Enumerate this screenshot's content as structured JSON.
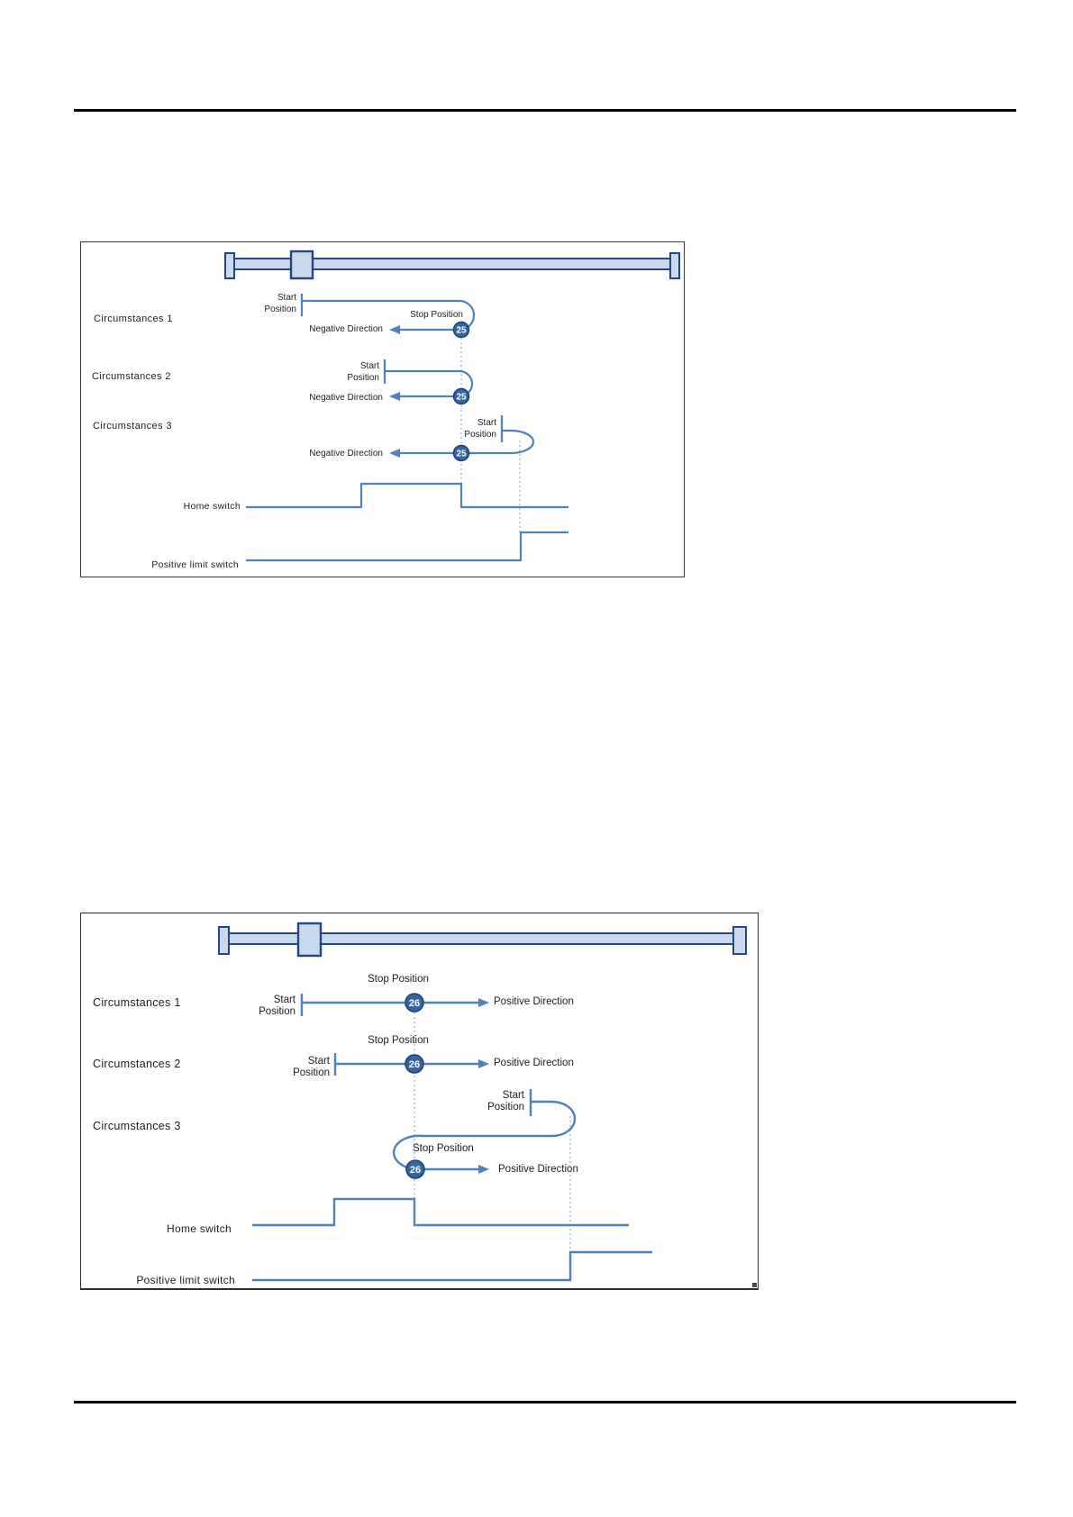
{
  "colors": {
    "line_blue": "#4f81bd",
    "dotted_blue": "#8db3dd",
    "circle_fill": "#3366a3",
    "circle_border": "#1c3f77",
    "rail_fill": "#c9daf0",
    "rail_border": "#24477f",
    "text": "#1c1c1c",
    "rule_black": "#000000",
    "page_background": "#ffffff"
  },
  "diagram1": {
    "rows": [
      {
        "label": "Circumstances 1",
        "start_line1": "Start",
        "start_line2": "Position",
        "stop_label": "Stop Position",
        "direction_label": "Negative Direction",
        "marker": "25"
      },
      {
        "label": "Circumstances 2",
        "start_line1": "Start",
        "start_line2": "Position",
        "direction_label": "Negative Direction",
        "marker": "25"
      },
      {
        "label": "Circumstances 3",
        "start_line1": "Start",
        "start_line2": "Position",
        "direction_label": "Negative Direction",
        "marker": "25"
      }
    ],
    "signals": [
      {
        "label": "Home switch"
      },
      {
        "label": "Positive limit switch"
      }
    ]
  },
  "diagram2": {
    "rows": [
      {
        "label": "Circumstances 1",
        "start_line1": "Start",
        "start_line2": "Position",
        "stop_label": "Stop Position",
        "direction_label": "Positive Direction",
        "marker": "26"
      },
      {
        "label": "Circumstances 2",
        "start_line1": "Start",
        "start_line2": "Position",
        "stop_label": "Stop Position",
        "direction_label": "Positive Direction",
        "marker": "26"
      },
      {
        "label": "Circumstances 3",
        "start_line1": "Start",
        "start_line2": "Position",
        "stop_label": "Stop Position",
        "direction_label": "Positive Direction",
        "marker": "26"
      }
    ],
    "signals": [
      {
        "label": "Home switch"
      },
      {
        "label": "Positive limit switch"
      }
    ]
  }
}
